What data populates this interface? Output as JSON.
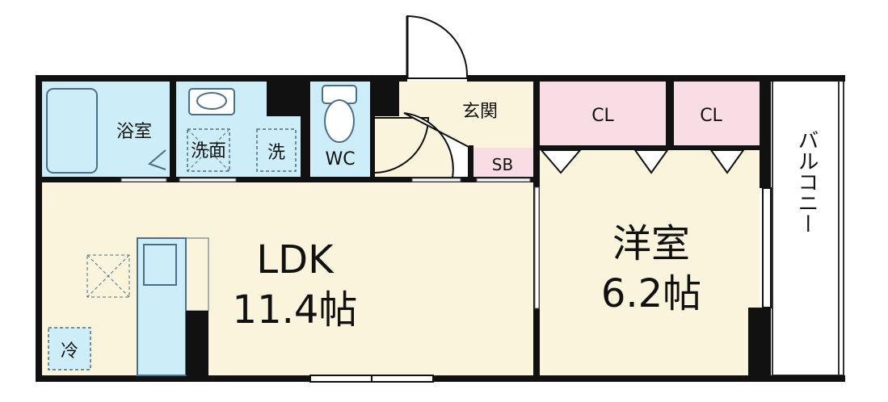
{
  "rooms": {
    "bath": "浴室",
    "washroom": "洗面",
    "washer": "洗",
    "wc": "WC",
    "entrance": "玄関",
    "shoebox": "SB",
    "closet_left": "CL",
    "closet_right": "CL",
    "ldk_name": "LDK",
    "ldk_size": "11.4帖",
    "western_name": "洋室",
    "western_size": "6.2帖",
    "fridge": "冷",
    "balcony": "バルコニー"
  },
  "colors": {
    "wall": "#111111",
    "wet_area": "#cdeef8",
    "living_floor": "#fbf4dc",
    "closet": "#f9dde4",
    "balcony": "#ffffff",
    "fixture_outline": "#4a6f86"
  }
}
